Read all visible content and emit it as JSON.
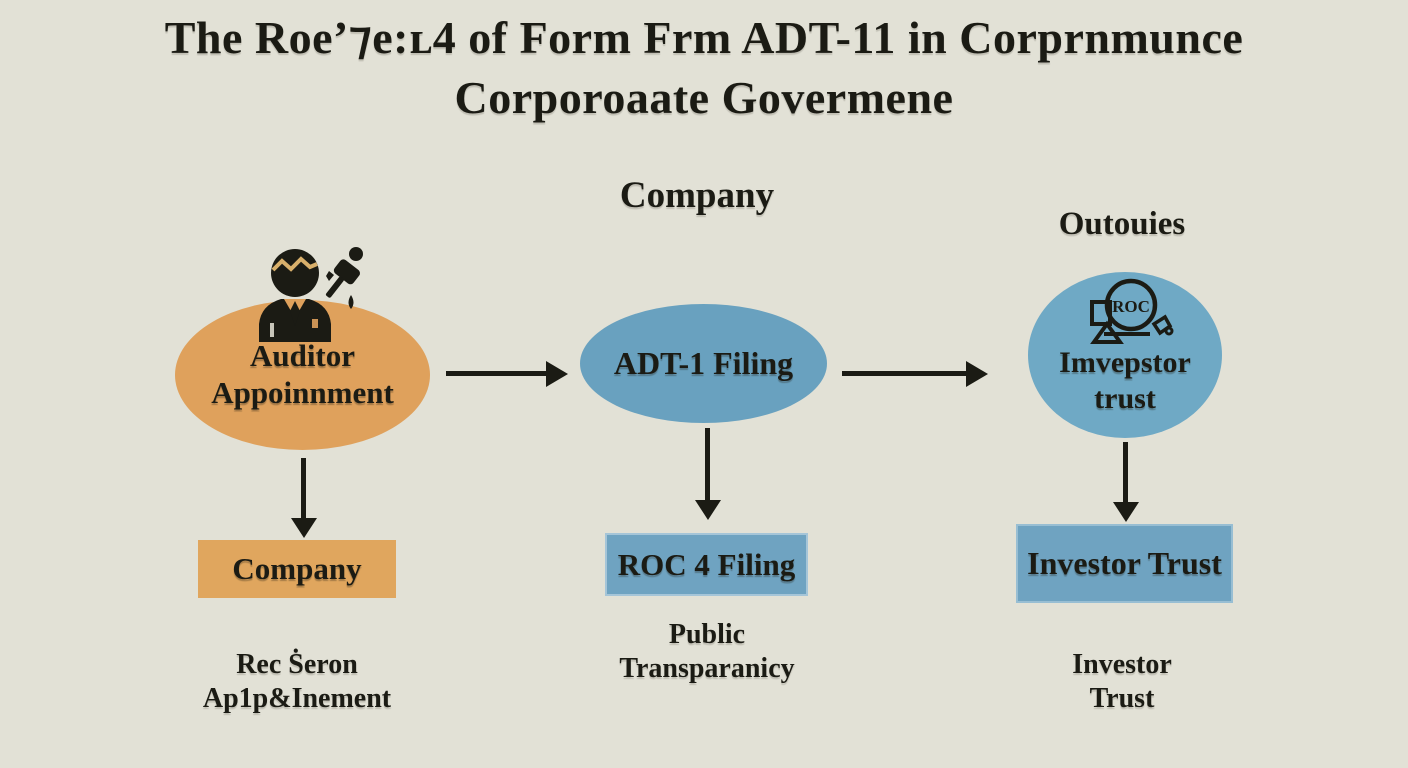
{
  "colors": {
    "background": "#E2E1D6",
    "orange": "#DFA15C",
    "orange_box": "#E0A65E",
    "blue": "#69A1BF",
    "blue_circle": "#6FA9C5",
    "blue_box": "#6FA3C1",
    "ink": "#1b1b14",
    "hair_highlight": "#D9B06B",
    "paper": "#E5E3D6"
  },
  "title": {
    "line1": "The Roeʼ⁊e:ʟ4 of Form Frm ADT-11 in Corprnmunce",
    "line2": "Corporoaate Govermene"
  },
  "headers": {
    "company": "Company",
    "outcomes": "Outouies"
  },
  "nodes": {
    "auditor": {
      "line1": "Auditor",
      "line2": "Appoinnment",
      "icon": "auditor-person-icon"
    },
    "adt1": {
      "label": "ADT-1 Filing"
    },
    "investor": {
      "line1": "Imvepstor",
      "line2": "trust",
      "icon": "roc-badge-icon",
      "icon_label": "ROC"
    }
  },
  "boxes": {
    "company": {
      "label": "Company"
    },
    "roc_filing": {
      "label": "ROC 4 Filing"
    },
    "investor_trust": {
      "label": "Investor Trust"
    }
  },
  "captions": {
    "left": {
      "line1": "Rec Ṡeron",
      "line2": "Ap1p&Inement"
    },
    "middle": {
      "line1": "Public",
      "line2": "Transparanicy"
    },
    "right": {
      "line1": "Investor",
      "line2": "Trust"
    }
  }
}
